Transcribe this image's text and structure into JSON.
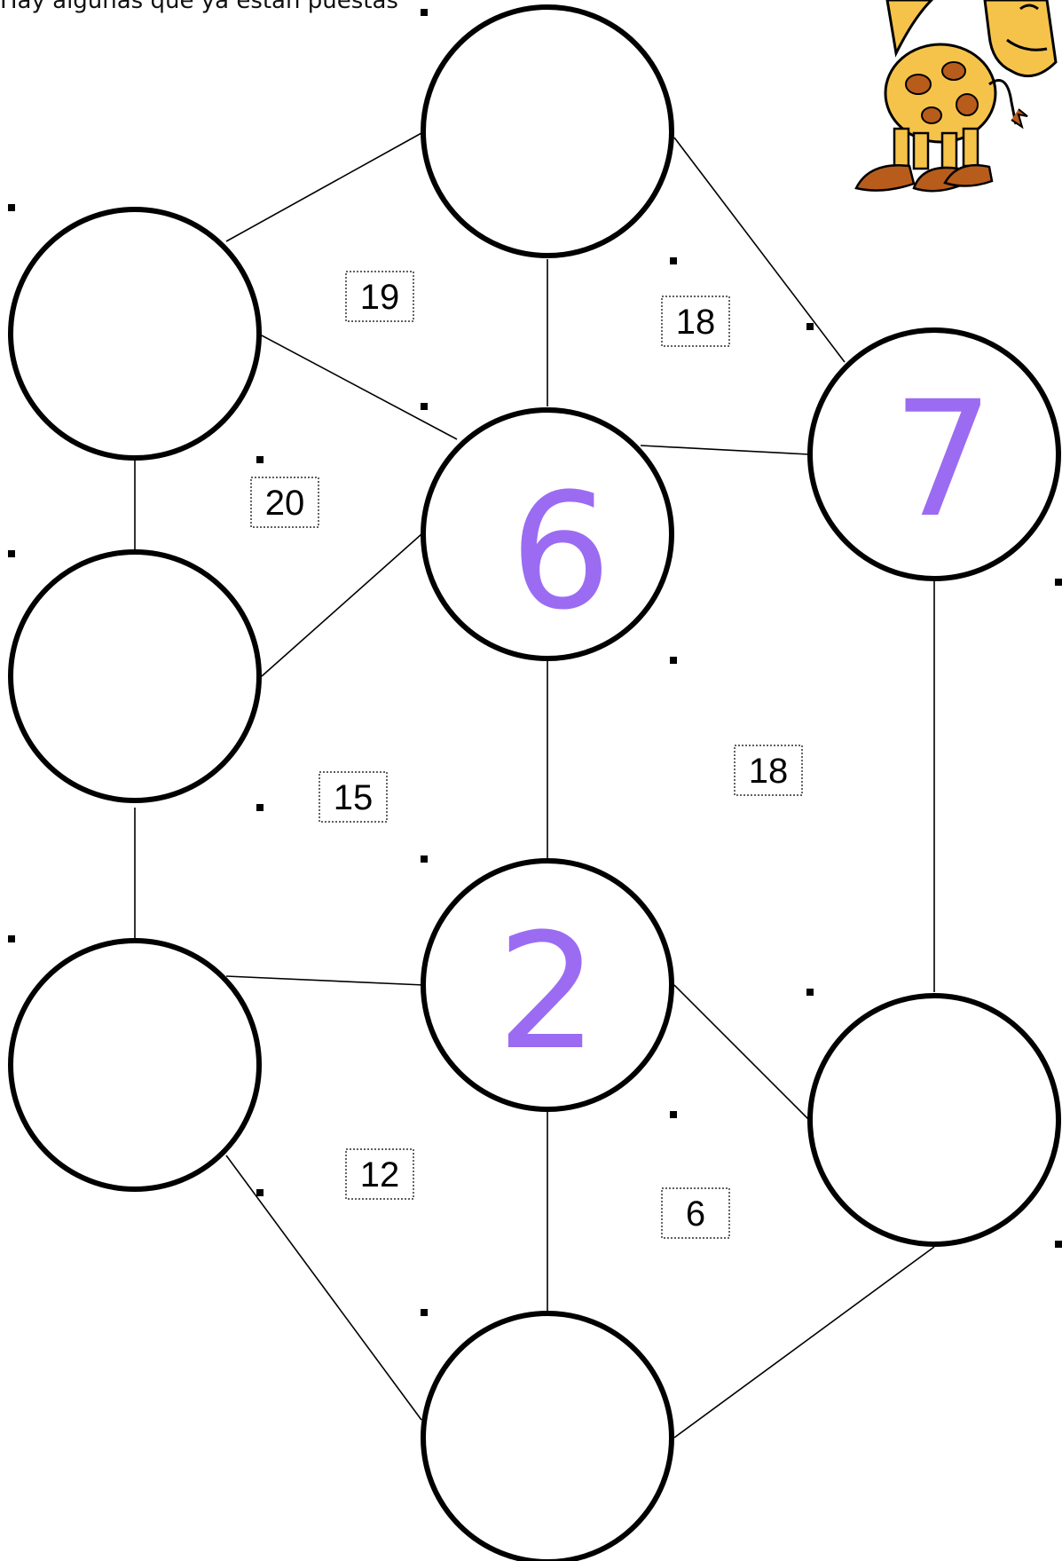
{
  "instruction_text": "Hay algunas que ya están puestas",
  "accent_color": "#9b6cf2",
  "decoration": "giraffe-illustration",
  "nodes": [
    {
      "id": "n1",
      "value": ""
    },
    {
      "id": "n2",
      "value": ""
    },
    {
      "id": "n3",
      "value": "6"
    },
    {
      "id": "n4",
      "value": "7"
    },
    {
      "id": "n5",
      "value": ""
    },
    {
      "id": "n6",
      "value": "2"
    },
    {
      "id": "n7",
      "value": ""
    },
    {
      "id": "n8",
      "value": ""
    },
    {
      "id": "n9",
      "value": ""
    }
  ],
  "region_sums": [
    {
      "id": "s1",
      "value": "19"
    },
    {
      "id": "s2",
      "value": "18"
    },
    {
      "id": "s3",
      "value": "20"
    },
    {
      "id": "s4",
      "value": "15"
    },
    {
      "id": "s5",
      "value": "18"
    },
    {
      "id": "s6",
      "value": "12"
    },
    {
      "id": "s7",
      "value": "6"
    }
  ]
}
